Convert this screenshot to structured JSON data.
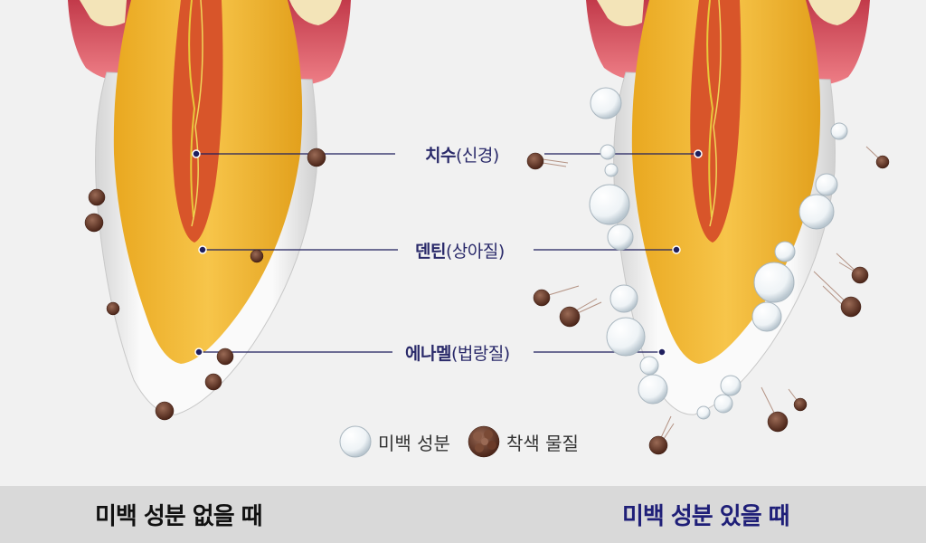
{
  "labels": {
    "pulp": {
      "main": "치수",
      "sub": "(신경)"
    },
    "dentin": {
      "main": "덴틴",
      "sub": "(상아질)"
    },
    "enamel": {
      "main": "에나멜",
      "sub": "(법랑질)"
    }
  },
  "legend": {
    "whitening": "미백 성분",
    "stain": "착색 물질"
  },
  "captions": {
    "left": "미백 성분 없을 때",
    "right": "미백 성분 있을 때"
  },
  "colors": {
    "caption_left": "#111111",
    "caption_right": "#1f1f78",
    "label_line": "#1f1f5e",
    "dentin": "#f2b830",
    "pulp": "#d8552a",
    "gum": "#e05a6a"
  }
}
